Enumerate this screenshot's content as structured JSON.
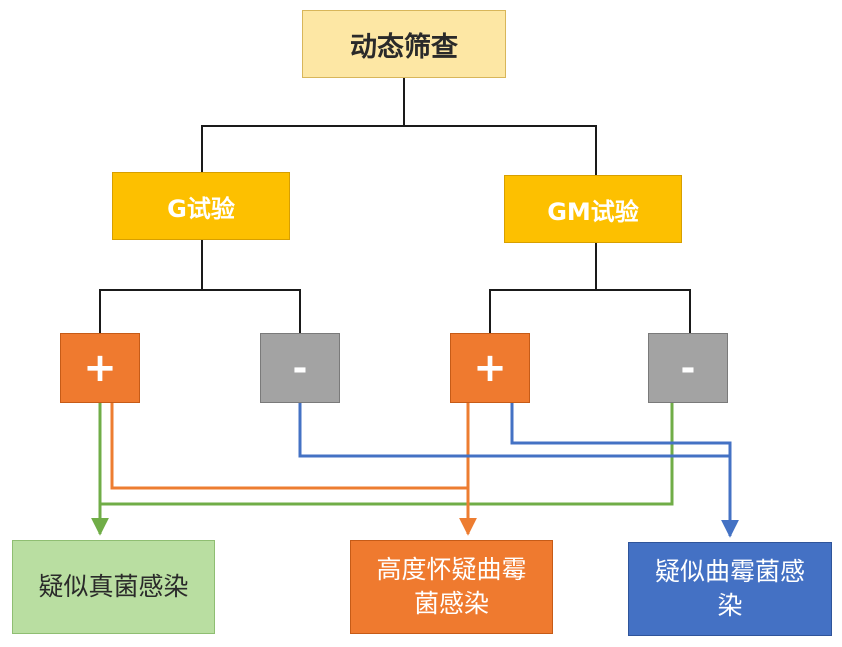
{
  "diagram": {
    "root": "动态筛查",
    "g_test": "G试验",
    "gm_test": "GM试验",
    "g_positive": "+",
    "g_negative": "-",
    "gm_positive": "+",
    "gm_negative": "-",
    "outcome_yeast": "疑似真菌感染",
    "outcome_highly_suspected_mold": "高度怀疑曲霉菌感染",
    "outcome_suspected_mold": "疑似曲霉菌感染"
  },
  "colors": {
    "root_fill": "#fde7a4",
    "test_fill": "#fdc000",
    "positive_fill": "#ef7a2f",
    "negative_fill": "#a3a3a3",
    "green_outcome_fill": "#b9dea1",
    "orange_outcome_fill": "#ef7a2f",
    "blue_outcome_fill": "#4471c4",
    "tree_line": "#1a1a1a",
    "green_arrow": "#70ad47",
    "orange_arrow": "#ed7d31",
    "blue_arrow": "#4472c4"
  }
}
